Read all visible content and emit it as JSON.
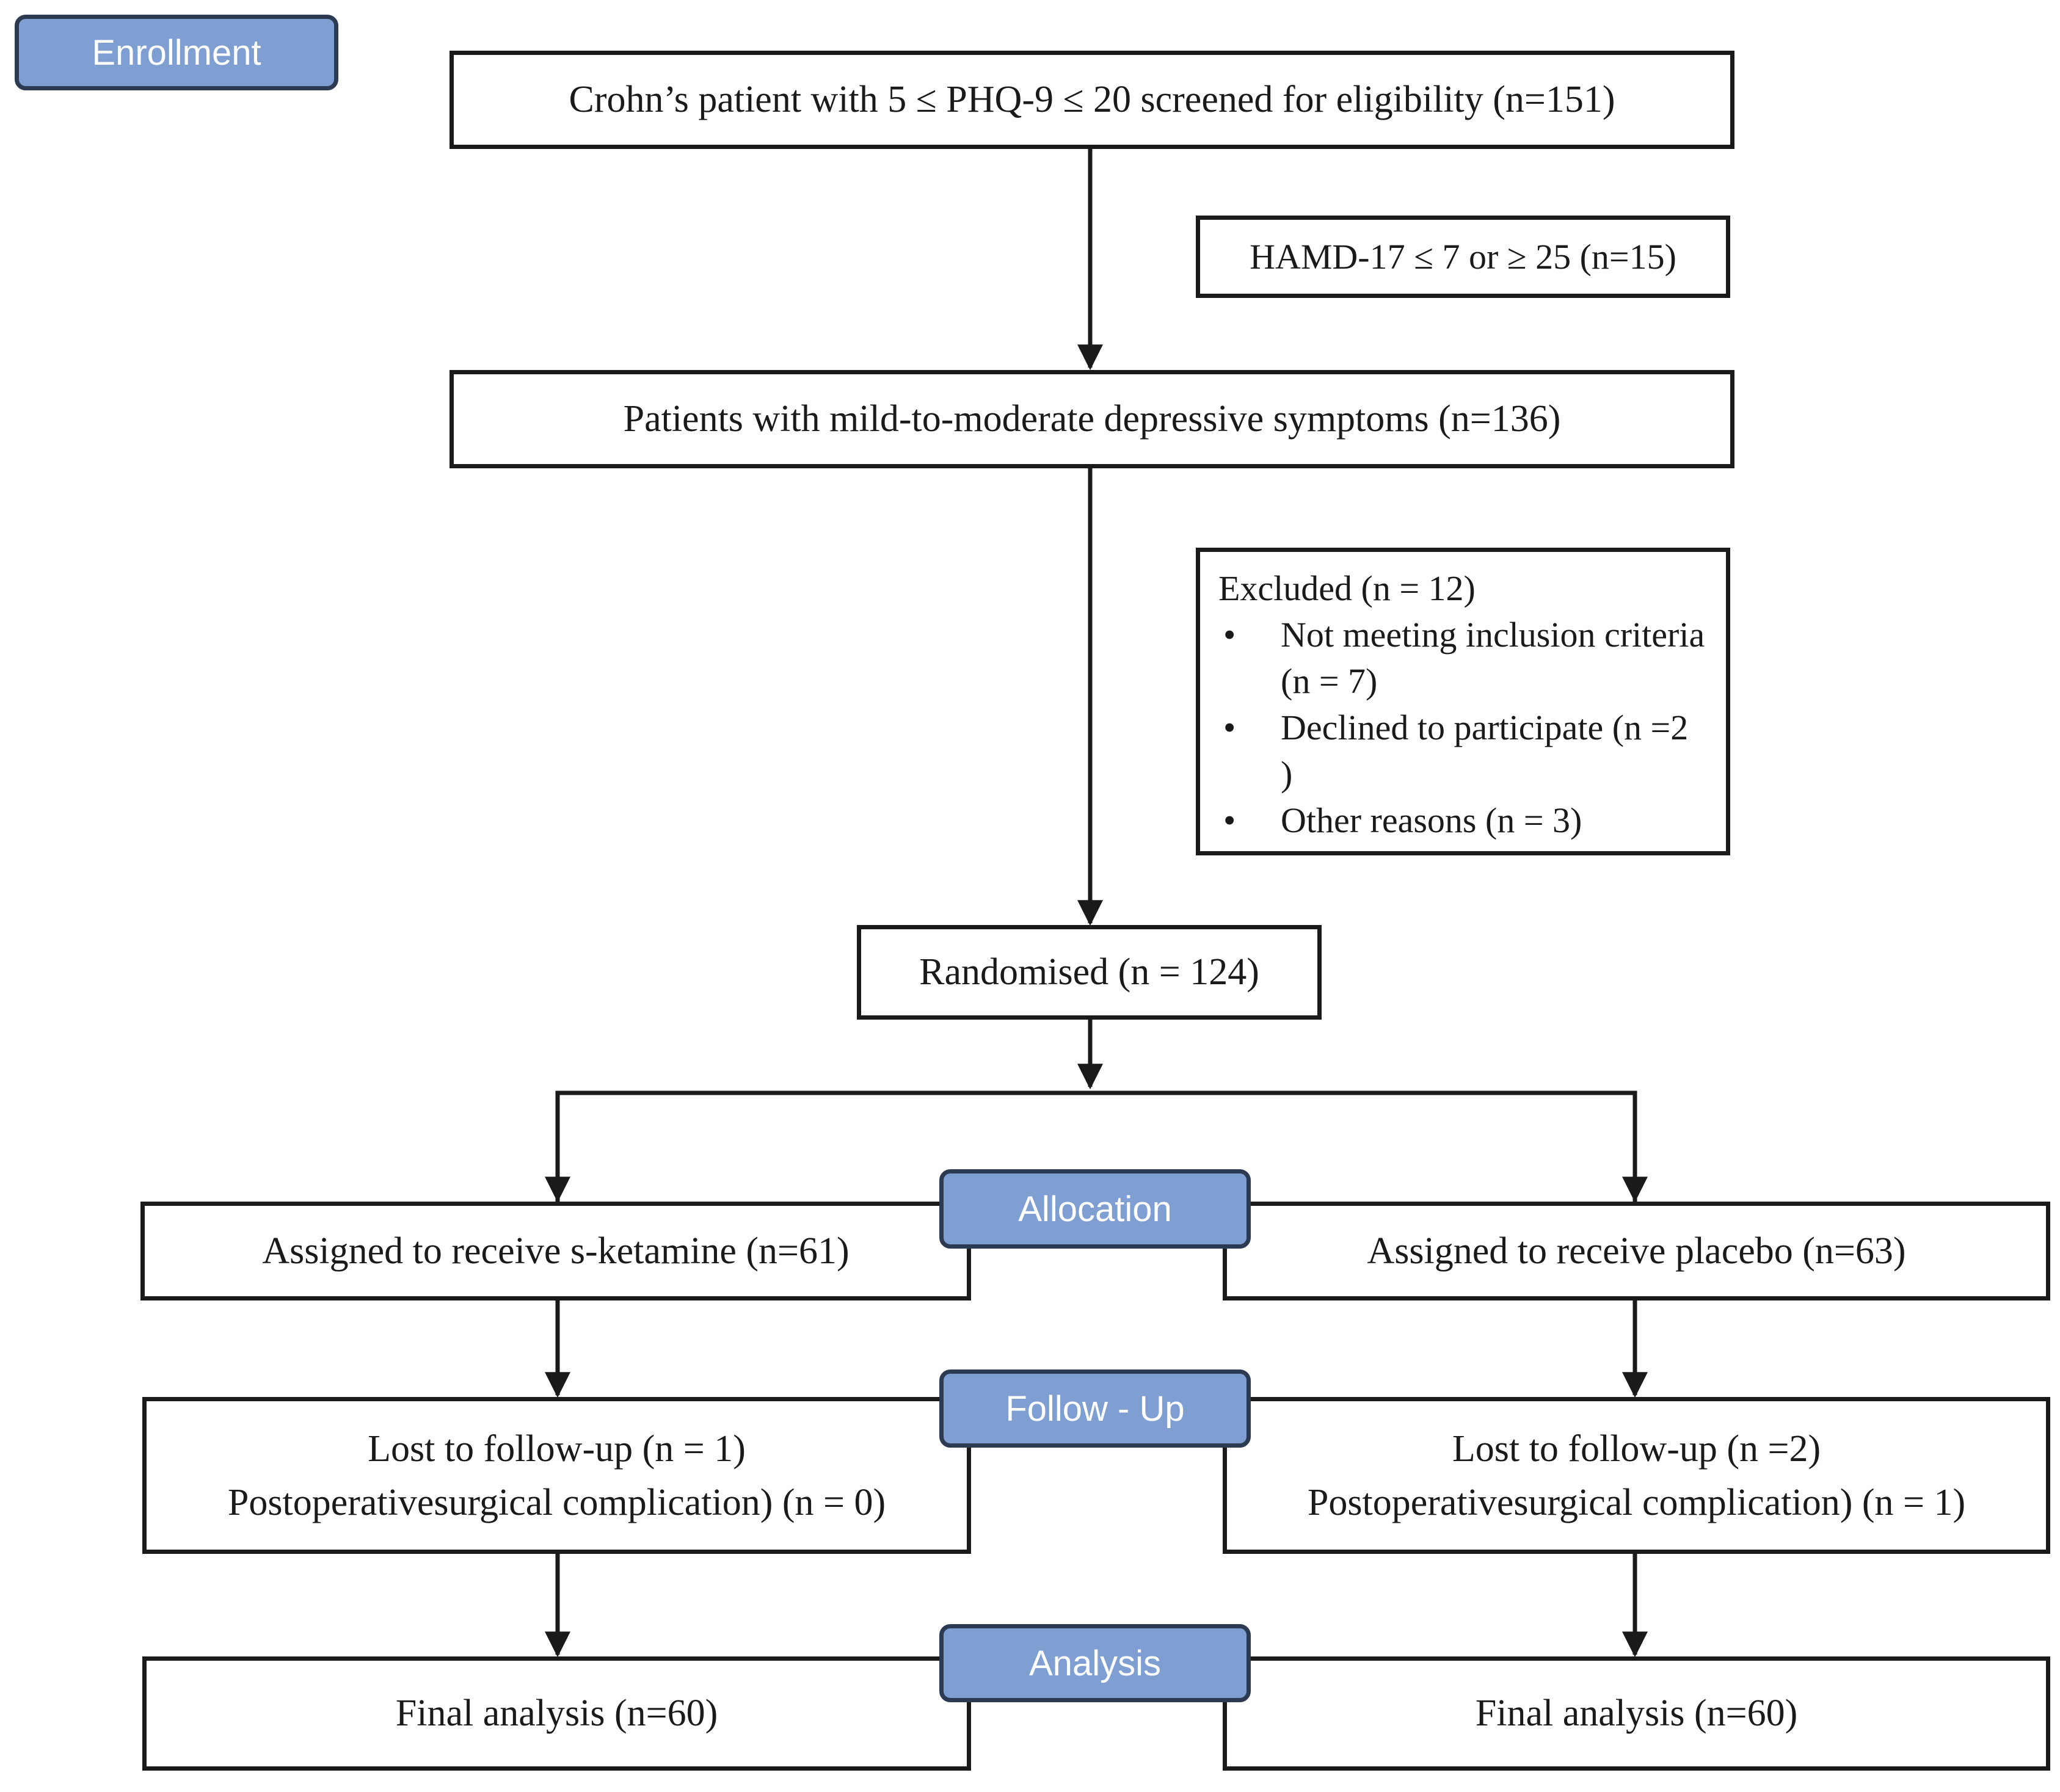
{
  "stages": {
    "enrollment": "Enrollment",
    "allocation": "Allocation",
    "follow_up": "Follow - Up",
    "analysis": "Analysis"
  },
  "screened": "Crohn’s patient with 5 ≤ PHQ-9 ≤ 20 screened for eligibility (n=151)",
  "hamd_excluded": "HAMD-17 ≤ 7 or ≥ 25 (n=15)",
  "mild_moderate": "Patients with mild-to-moderate depressive symptoms (n=136)",
  "excluded": {
    "title": "Excluded  (n = 12)",
    "items": [
      "Not meeting inclusion criteria (n = 7)",
      "Declined to participate (n =2 )",
      "Other reasons (n = 3)"
    ]
  },
  "randomised": "Randomised (n = 124)",
  "ketamine_arm": {
    "assigned": "Assigned to receive s-ketamine (n=61)",
    "lost": "Lost to follow-up (n = 1)",
    "complication": "Postoperativesurgical complication) (n = 0)",
    "final": "Final analysis (n=60)"
  },
  "placebo_arm": {
    "assigned": "Assigned to receive placebo (n=63)",
    "lost": "Lost to follow-up (n =2)",
    "complication": "Postoperativesurgical complication) (n = 1)",
    "final": "Final analysis (n=60)"
  }
}
